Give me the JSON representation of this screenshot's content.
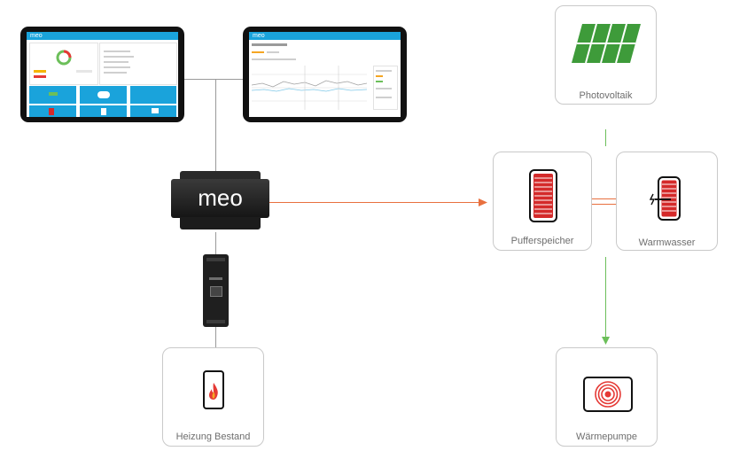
{
  "devices": {
    "tablet_left_logo": "meo",
    "tablet_right_logo": "meo",
    "controller_logo": "meo"
  },
  "nodes": {
    "photovoltaik": "Photovoltaik",
    "pufferspeicher": "Pufferspeicher",
    "warmwasser": "Warmwasser",
    "waermepumpe": "Wärmepumpe",
    "heizung_bestand": "Heizung Bestand"
  },
  "colors": {
    "grey_line": "#9a9a9a",
    "green_line": "#6cbf5a",
    "red_line": "#e8703f",
    "screen_accent": "#1aa3db",
    "tank_red": "#d42a2a",
    "solar_green": "#3e9b3a"
  },
  "icons": {
    "photovoltaik": "solar-panel-icon",
    "pufferspeicher": "buffer-tank-icon",
    "warmwasser": "hot-water-tank-icon",
    "waermepumpe": "heat-pump-icon",
    "heizung_bestand": "flame-icon"
  }
}
